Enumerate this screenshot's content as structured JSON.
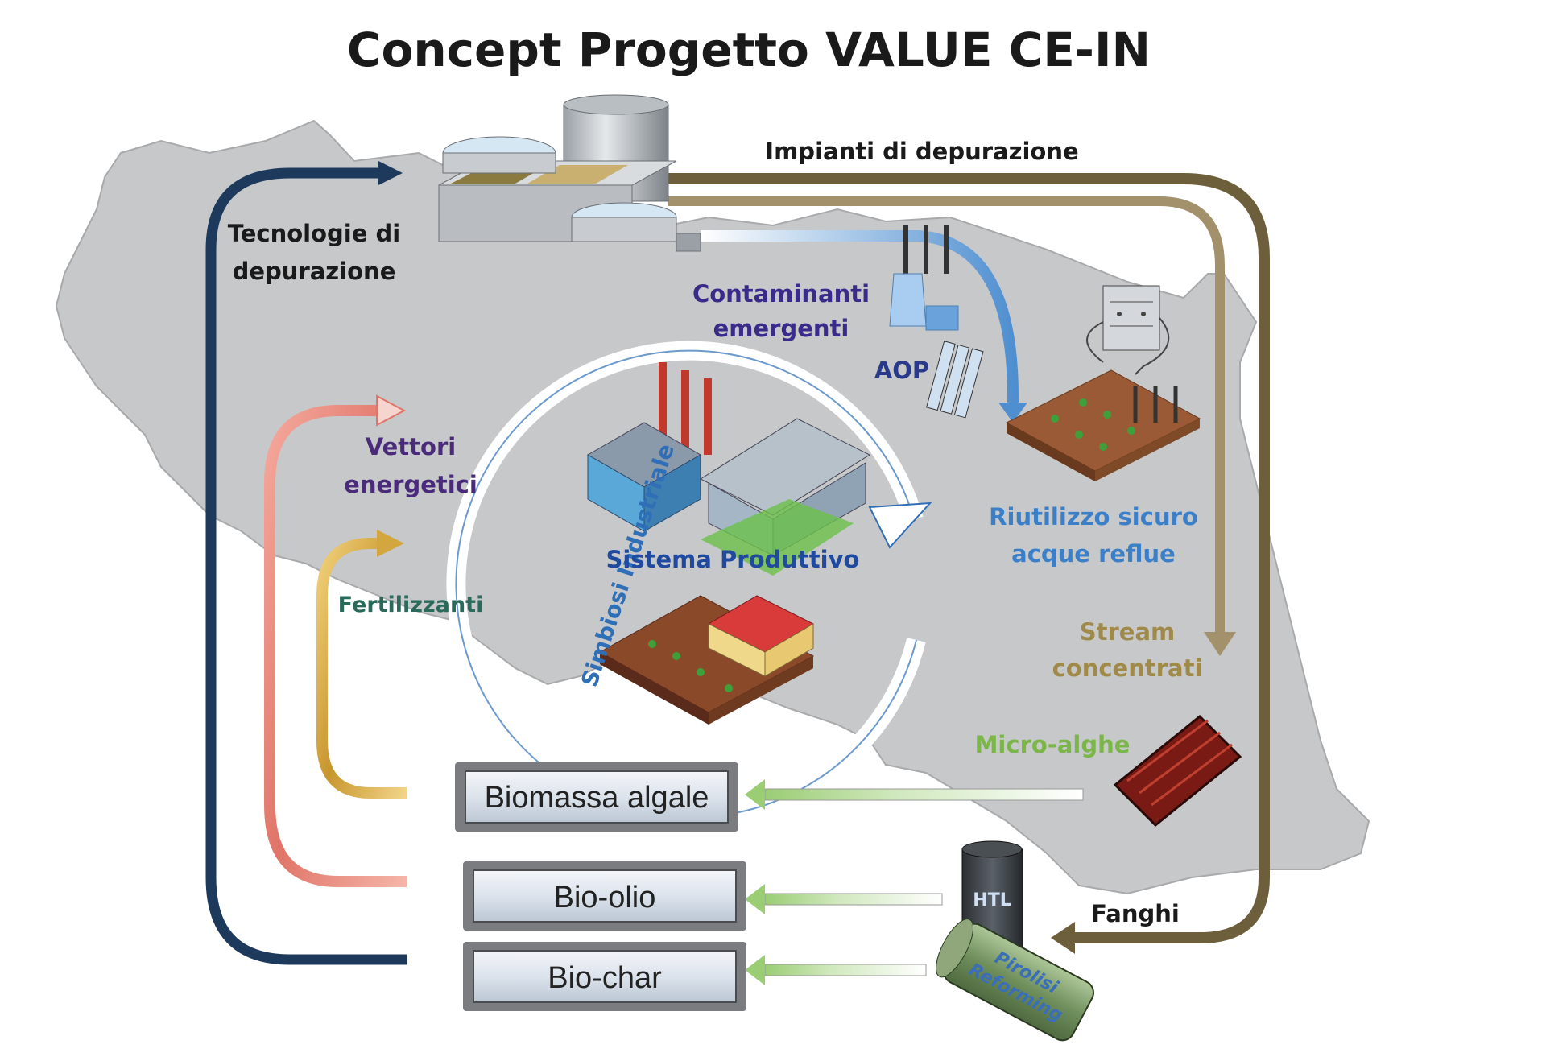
{
  "title": "Concept Progetto VALUE CE-IN",
  "labels": {
    "impianti": "Impianti di depurazione",
    "tecnologie_1": "Tecnologie di",
    "tecnologie_2": "depurazione",
    "contaminanti_1": "Contaminanti",
    "contaminanti_2": "emergenti",
    "aop": "AOP",
    "vettori_1": "Vettori",
    "vettori_2": "energetici",
    "fertilizzanti": "Fertilizzanti",
    "simbiosi": "Simbiosi Industriale",
    "sistema": "Sistema Produttivo",
    "riutilizzo_1": "Riutilizzo sicuro",
    "riutilizzo_2": "acque reflue",
    "stream_1": "Stream",
    "stream_2": "concentrati",
    "microalghe": "Micro-alghe",
    "fanghi": "Fanghi",
    "htl": "HTL",
    "pirolisi_1": "Pirolisi",
    "pirolisi_2": "Reforming"
  },
  "outputs": {
    "biomassa": "Biomassa algale",
    "biolio": "Bio-olio",
    "biochar": "Bio-char"
  },
  "colors": {
    "region": "#c8c9cb",
    "navy_arrow": "#1d3a5c",
    "salmon_arrow": "#e8857a",
    "gold_arrow": "#d4a640",
    "olive_arrow": "#6e5f3c",
    "blue_water": "#5b9bd5",
    "green_arrow": "#a8d58a",
    "text_purple": "#4a2a7a",
    "text_blue": "#2e6fb8",
    "text_gold": "#a08a4a",
    "text_green": "#7ab648"
  }
}
